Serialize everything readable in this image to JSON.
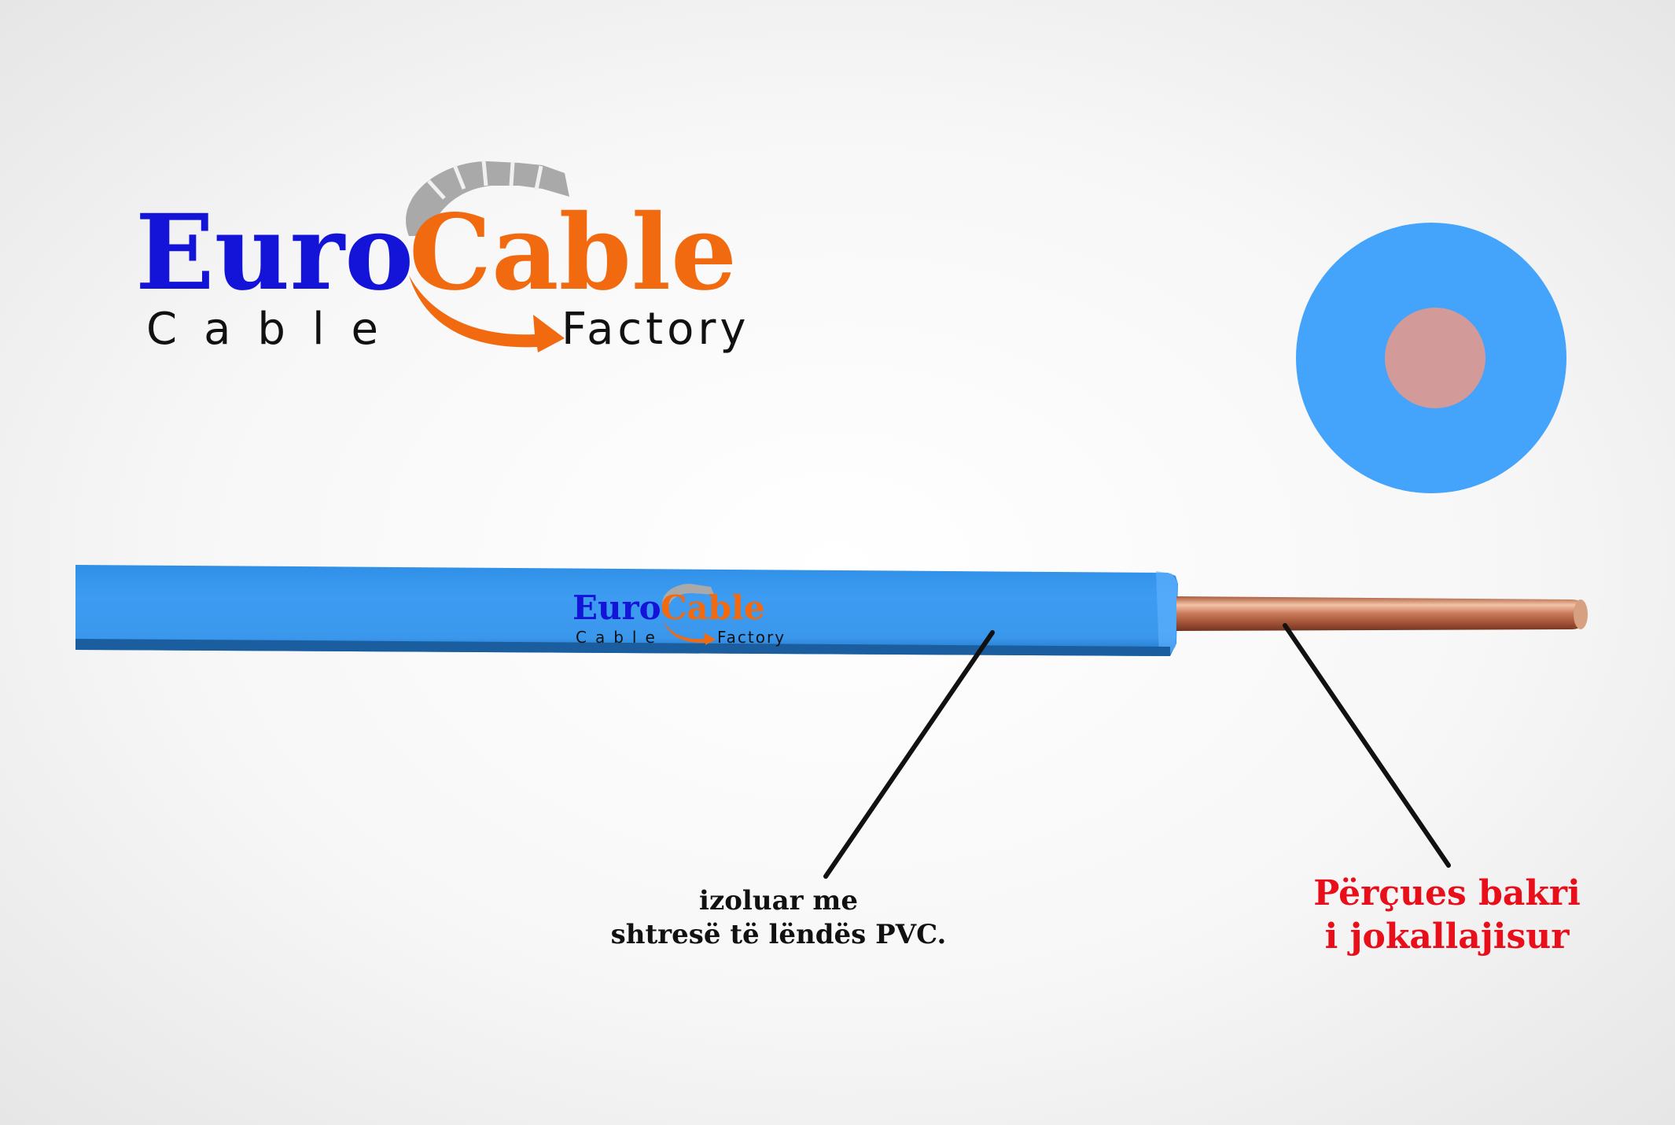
{
  "logo": {
    "word_blue": "Euro",
    "word_orange": "Cable",
    "sub_left": "Cable",
    "sub_right": "Factory"
  },
  "wire_print": {
    "word_blue": "Euro",
    "word_orange": "Cable",
    "sub_left": "Cable",
    "sub_right": "Factory"
  },
  "labels": {
    "insulation_line1": "izoluar me",
    "insulation_line2": "shtresë të lëndës PVC.",
    "conductor_line1": "Përçues bakri",
    "conductor_line2": "i jokallajisur"
  },
  "colors": {
    "brand_blue": "#1414d8",
    "brand_orange": "#f26a10",
    "insulation_blue": "#44a3fb",
    "core_copper": "#d39a9a",
    "label_red": "#e80f1a"
  }
}
